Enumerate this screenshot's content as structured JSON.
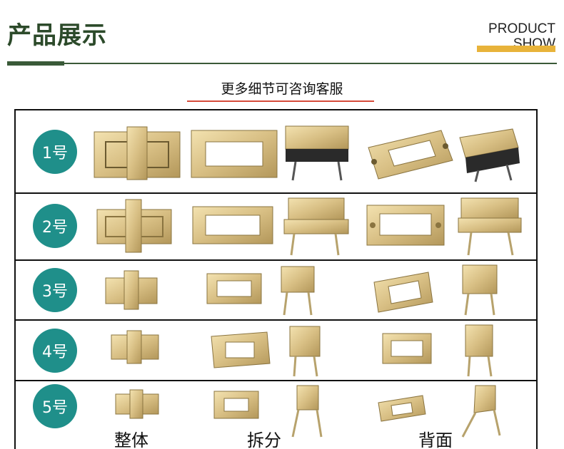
{
  "header": {
    "title": "产品展示",
    "english_line1": "PRODUCT",
    "english_line2": "SHOW"
  },
  "subtitle": "更多细节可咨询客服",
  "rows": [
    {
      "label": "1号"
    },
    {
      "label": "2号"
    },
    {
      "label": "3号"
    },
    {
      "label": "4号"
    },
    {
      "label": "5号"
    }
  ],
  "column_labels": {
    "whole": "整体",
    "disassembled": "拆分",
    "back": "背面"
  },
  "colors": {
    "title_green": "#2c4a2a",
    "badge_teal": "#1f8f8a",
    "accent_yellow": "#e8b33a",
    "underline_red": "#d64b3a",
    "brass": "#c9b27a"
  }
}
